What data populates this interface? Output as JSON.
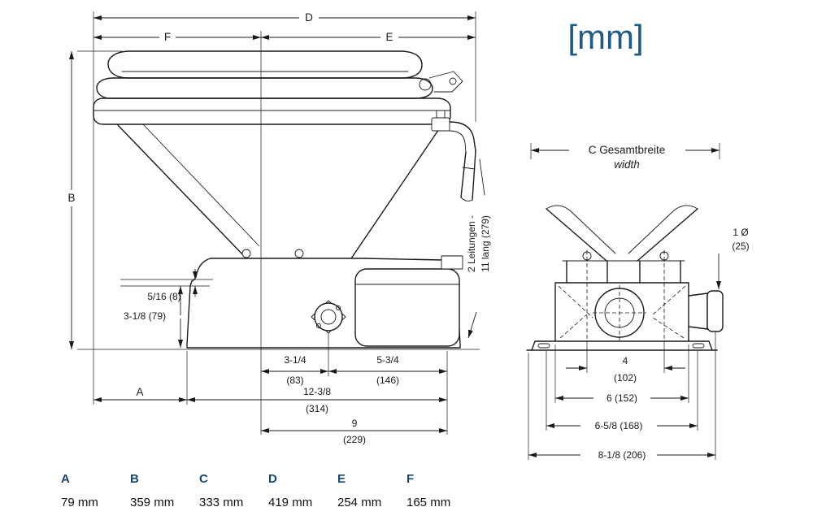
{
  "title": {
    "unit_label": "[mm]"
  },
  "colors": {
    "accent_blue": "#1f5b84",
    "legend_blue": "#17456e",
    "ink": "#1a1a1a"
  },
  "side_view": {
    "dim_d": "D",
    "dim_f": "F",
    "dim_e": "E",
    "dim_b": "B",
    "dim_a": "A",
    "dim_step": "5/16 (8)",
    "dim_base_height": "3-1/8 (79)",
    "dim_port_left_l1": "3-1/4",
    "dim_port_left_l2": "(83)",
    "dim_port_right_l1": "5-3/4",
    "dim_port_right_l2": "(146)",
    "dim_base_width_l1": "12-3/8",
    "dim_base_width_l2": "(314)",
    "dim_pump_l1": "9",
    "dim_pump_l2": "(229)",
    "hose_note_l1": "2 Leitungen -",
    "hose_note_l2": "11 lang (279)"
  },
  "front_view": {
    "dim_c_l1": "C Gesamtbreite",
    "dim_c_l2": "width",
    "dim_outlet_l1": "1 Ø",
    "dim_outlet_l2": "(25)",
    "dim_bolt_span_l1": "4",
    "dim_bolt_span_l2": "(102)",
    "dim_body_width": "6 (152)",
    "dim_flange_width": "6-5/8 (168)",
    "dim_overall_width": "8-1/8 (206)"
  },
  "legend": {
    "items": [
      {
        "label": "A",
        "value": "79 mm"
      },
      {
        "label": "B",
        "value": "359 mm"
      },
      {
        "label": "C",
        "value": "333 mm"
      },
      {
        "label": "D",
        "value": "419 mm"
      },
      {
        "label": "E",
        "value": "254 mm"
      },
      {
        "label": "F",
        "value": "165 mm"
      }
    ]
  }
}
